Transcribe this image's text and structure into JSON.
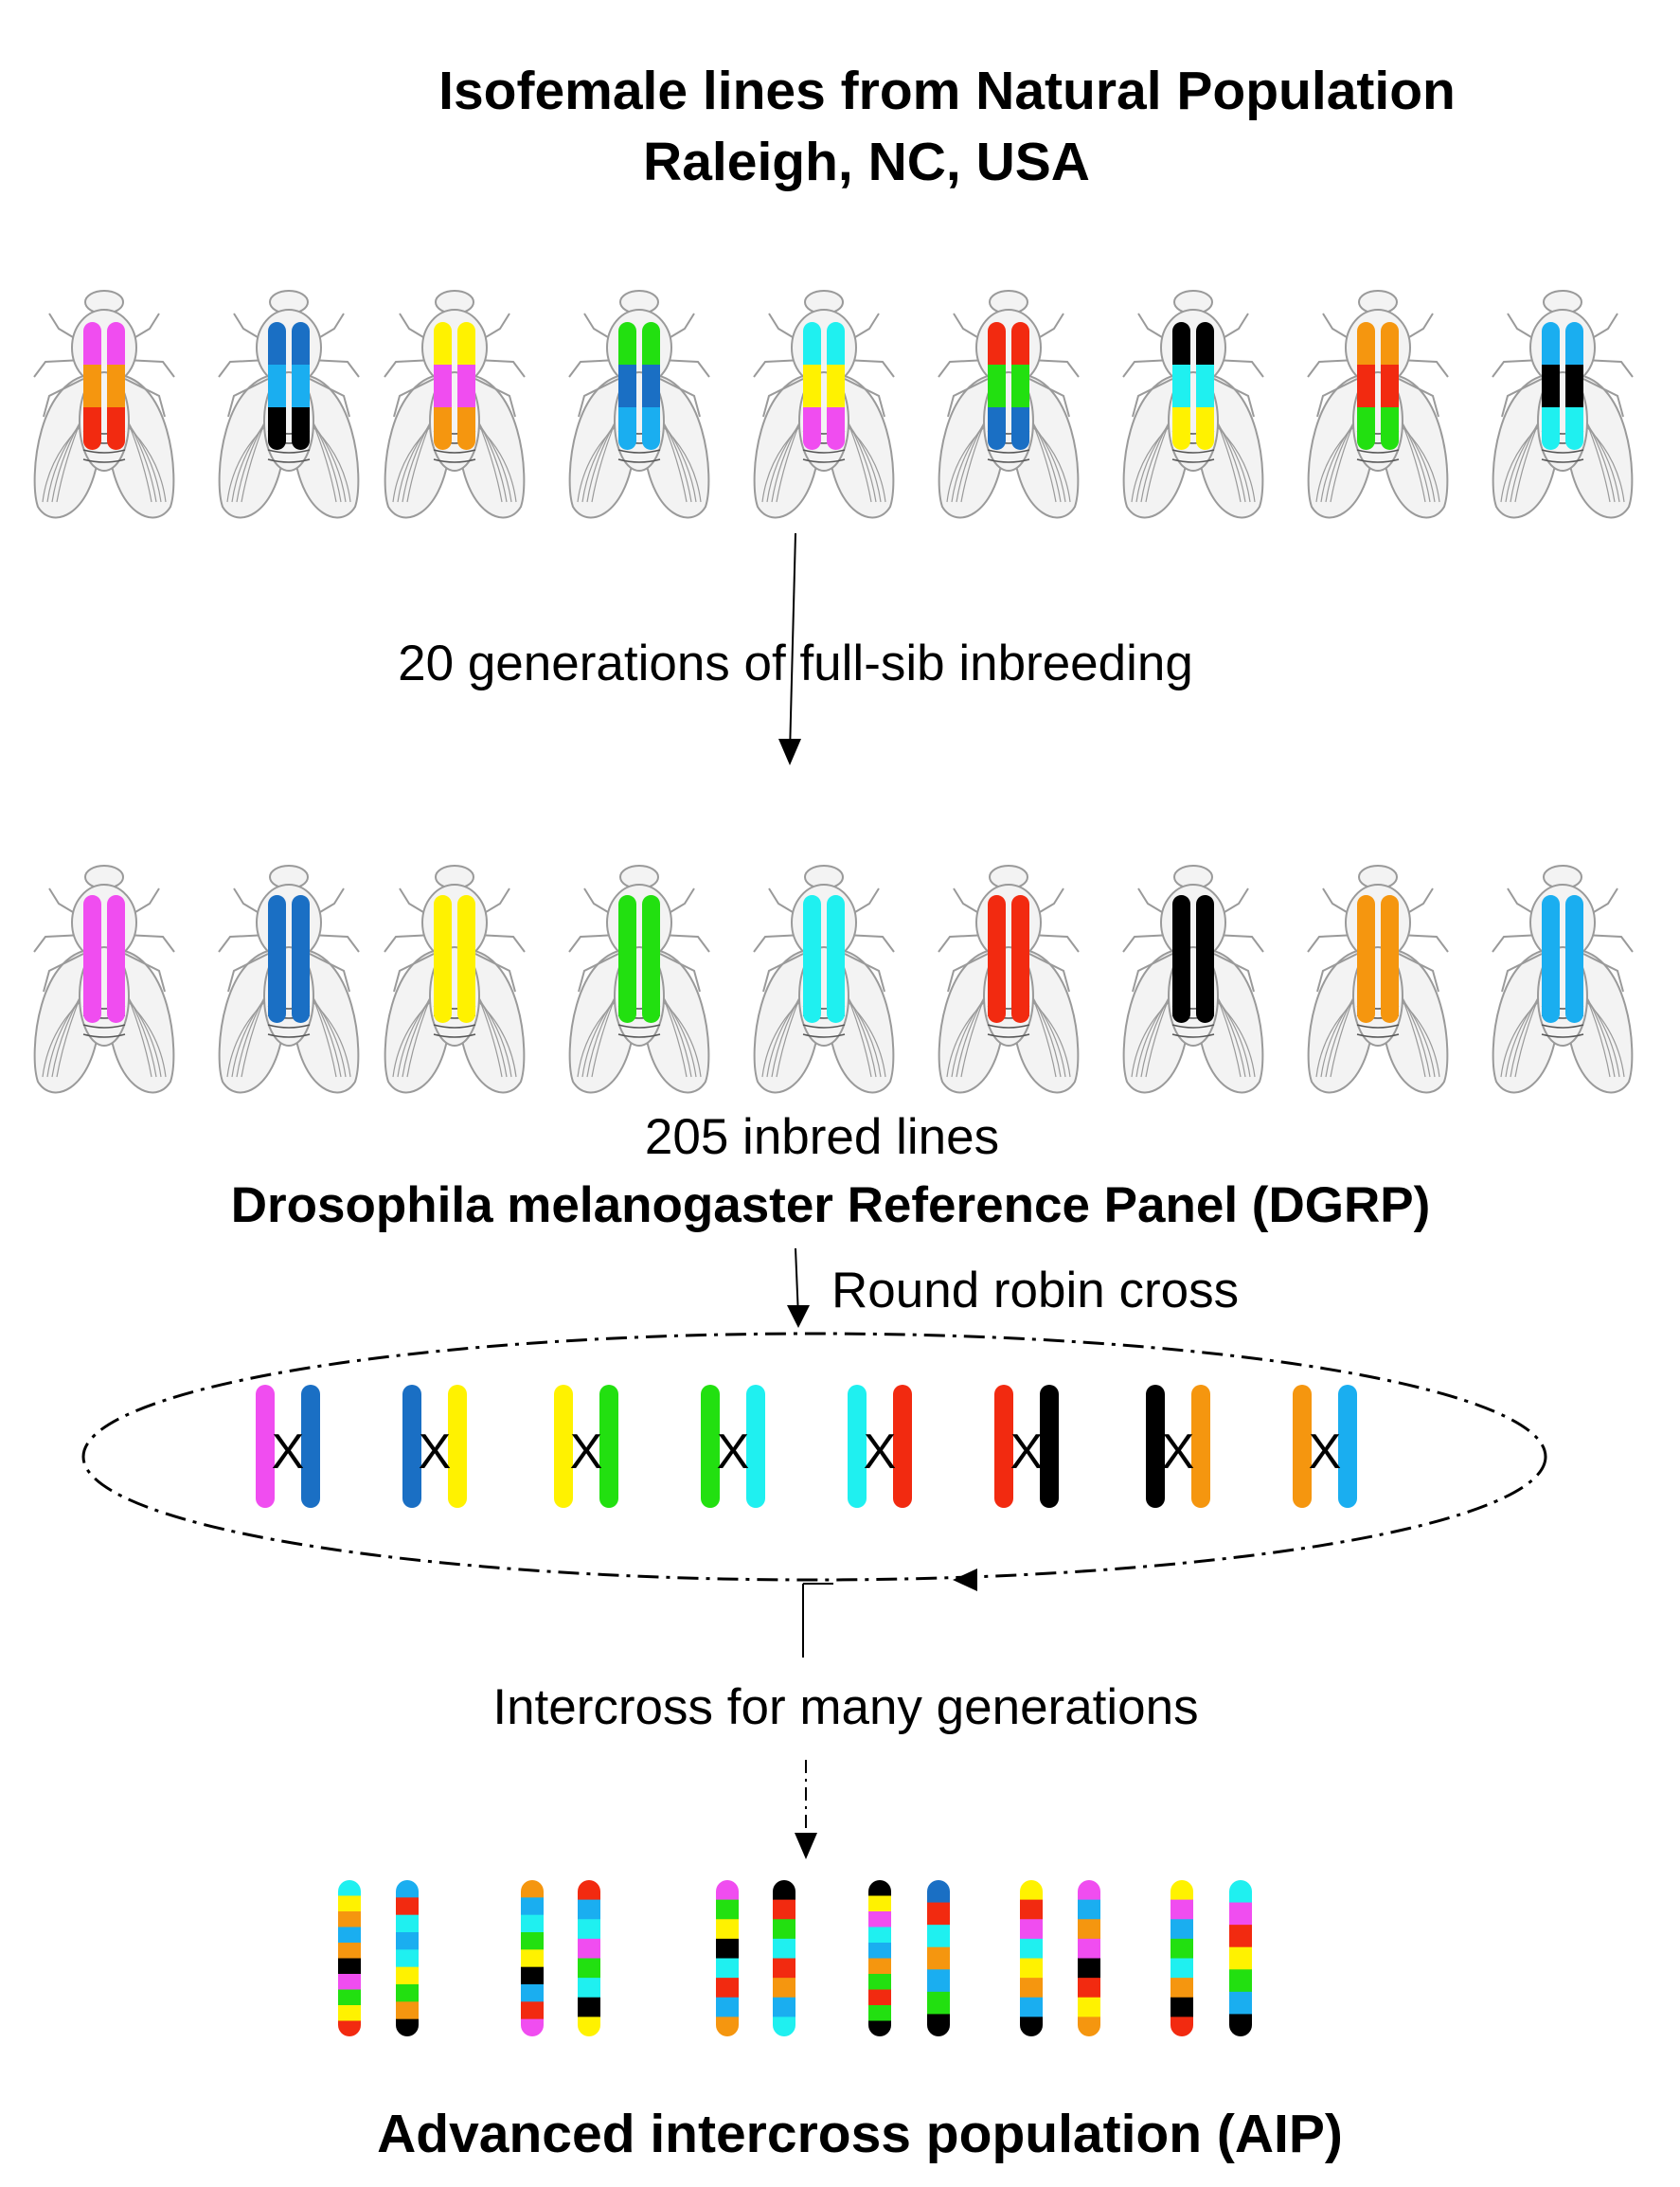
{
  "header": {
    "title_line1": "Isofemale lines from Natural Population",
    "title_line2": "Raleigh, NC, USA"
  },
  "steps": {
    "inbreeding": "20 generations of full-sib inbreeding",
    "inbred_lines": "205 inbred lines",
    "panel_name": "Drosophila melanogaster Reference Panel (DGRP)",
    "round_robin": "Round robin cross",
    "intercross": "Intercross for many generations",
    "result": "Advanced intercross population (AIP)"
  },
  "cross_symbol": "X",
  "colors": {
    "magenta": "#f04df0",
    "blue": "#1a6fc4",
    "yellow": "#fff200",
    "green": "#22e010",
    "cyan": "#1ff0f0",
    "red": "#f22a10",
    "black": "#000000",
    "orange": "#f5960f",
    "lightblue": "#1aaef0"
  },
  "icons": {
    "fly": "drosophila-fly-icon",
    "chromosome": "chromosome-icon",
    "arrow": "arrow-down-icon"
  },
  "isofemale_flies": [
    {
      "left": [
        "magenta",
        "orange",
        "red"
      ],
      "right": [
        "magenta",
        "orange",
        "red"
      ]
    },
    {
      "left": [
        "blue",
        "lightblue",
        "black"
      ],
      "right": [
        "blue",
        "lightblue",
        "black"
      ]
    },
    {
      "left": [
        "yellow",
        "magenta",
        "orange"
      ],
      "right": [
        "yellow",
        "magenta",
        "orange"
      ]
    },
    {
      "left": [
        "green",
        "blue",
        "lightblue"
      ],
      "right": [
        "green",
        "blue",
        "lightblue"
      ]
    },
    {
      "left": [
        "cyan",
        "yellow",
        "magenta"
      ],
      "right": [
        "cyan",
        "yellow",
        "magenta"
      ]
    },
    {
      "left": [
        "red",
        "green",
        "blue"
      ],
      "right": [
        "red",
        "green",
        "blue"
      ]
    },
    {
      "left": [
        "black",
        "cyan",
        "yellow"
      ],
      "right": [
        "black",
        "cyan",
        "yellow"
      ]
    },
    {
      "left": [
        "orange",
        "red",
        "green"
      ],
      "right": [
        "orange",
        "red",
        "green"
      ]
    },
    {
      "left": [
        "lightblue",
        "black",
        "cyan"
      ],
      "right": [
        "lightblue",
        "black",
        "cyan"
      ]
    }
  ],
  "inbred_flies": [
    "magenta",
    "blue",
    "yellow",
    "green",
    "cyan",
    "red",
    "black",
    "orange",
    "lightblue"
  ],
  "crosses": [
    [
      "magenta",
      "blue"
    ],
    [
      "blue",
      "yellow"
    ],
    [
      "yellow",
      "green"
    ],
    [
      "green",
      "cyan"
    ],
    [
      "cyan",
      "red"
    ],
    [
      "red",
      "black"
    ],
    [
      "black",
      "orange"
    ],
    [
      "orange",
      "lightblue"
    ]
  ],
  "aip_chromosomes": [
    [
      "cyan",
      "yellow",
      "orange",
      "lightblue",
      "orange",
      "black",
      "magenta",
      "green",
      "yellow",
      "red"
    ],
    [
      "lightblue",
      "red",
      "cyan",
      "lightblue",
      "cyan",
      "yellow",
      "green",
      "orange",
      "black"
    ],
    [
      "orange",
      "lightblue",
      "cyan",
      "green",
      "yellow",
      "black",
      "lightblue",
      "red",
      "magenta"
    ],
    [
      "red",
      "lightblue",
      "cyan",
      "magenta",
      "green",
      "cyan",
      "black",
      "yellow"
    ],
    [
      "magenta",
      "green",
      "yellow",
      "black",
      "cyan",
      "red",
      "lightblue",
      "orange"
    ],
    [
      "black",
      "red",
      "green",
      "cyan",
      "red",
      "orange",
      "lightblue",
      "cyan"
    ],
    [
      "black",
      "yellow",
      "magenta",
      "cyan",
      "lightblue",
      "orange",
      "green",
      "red",
      "green",
      "black"
    ],
    [
      "blue",
      "red",
      "cyan",
      "orange",
      "lightblue",
      "green",
      "black"
    ],
    [
      "yellow",
      "red",
      "magenta",
      "cyan",
      "yellow",
      "orange",
      "lightblue",
      "black"
    ],
    [
      "magenta",
      "lightblue",
      "orange",
      "magenta",
      "black",
      "red",
      "yellow",
      "orange"
    ],
    [
      "yellow",
      "magenta",
      "lightblue",
      "green",
      "cyan",
      "orange",
      "black",
      "red"
    ],
    [
      "cyan",
      "magenta",
      "red",
      "yellow",
      "green",
      "lightblue",
      "black"
    ]
  ]
}
